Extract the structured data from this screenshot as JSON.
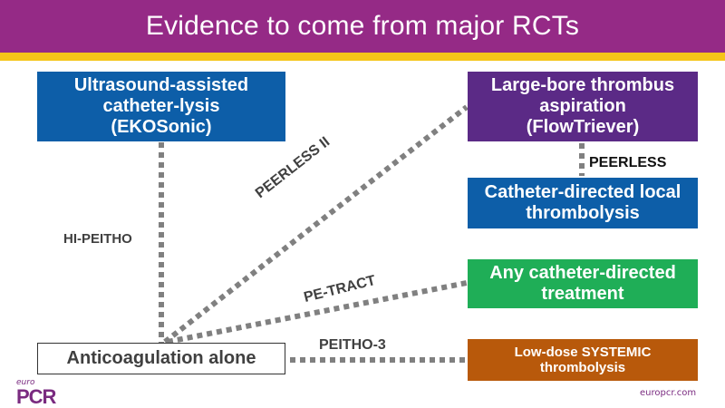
{
  "header": {
    "title": "Evidence to come from major RCTs"
  },
  "colors": {
    "header": "#952a86",
    "stripe": "#f5c518",
    "blue": "#0d5ea8",
    "purple": "#5b2a86",
    "green": "#1fae57",
    "orange": "#b8590b",
    "connector": "#808080"
  },
  "nodes": {
    "eko": "Ultrasound-assisted\ncatheter-lysis\n(EKOSonic)",
    "flow": "Large-bore thrombus\naspiration\n(FlowTriever)",
    "cdt": "Catheter-directed local\nthrombolysis",
    "any": "Any catheter-directed\ntreatment",
    "low": "Low-dose SYSTEMIC\nthrombolysis",
    "anti": "Anticoagulation alone"
  },
  "trials": {
    "hi_peitho": "HI-PEITHO",
    "peerless": "PEERLESS",
    "peerless2": "PEERLESS II",
    "pe_tract": "PE-TRACT",
    "peitho3": "PEITHO-3"
  },
  "footer": {
    "logo_small": "euro",
    "logo_main": "PCR",
    "website": "europcr.com"
  }
}
